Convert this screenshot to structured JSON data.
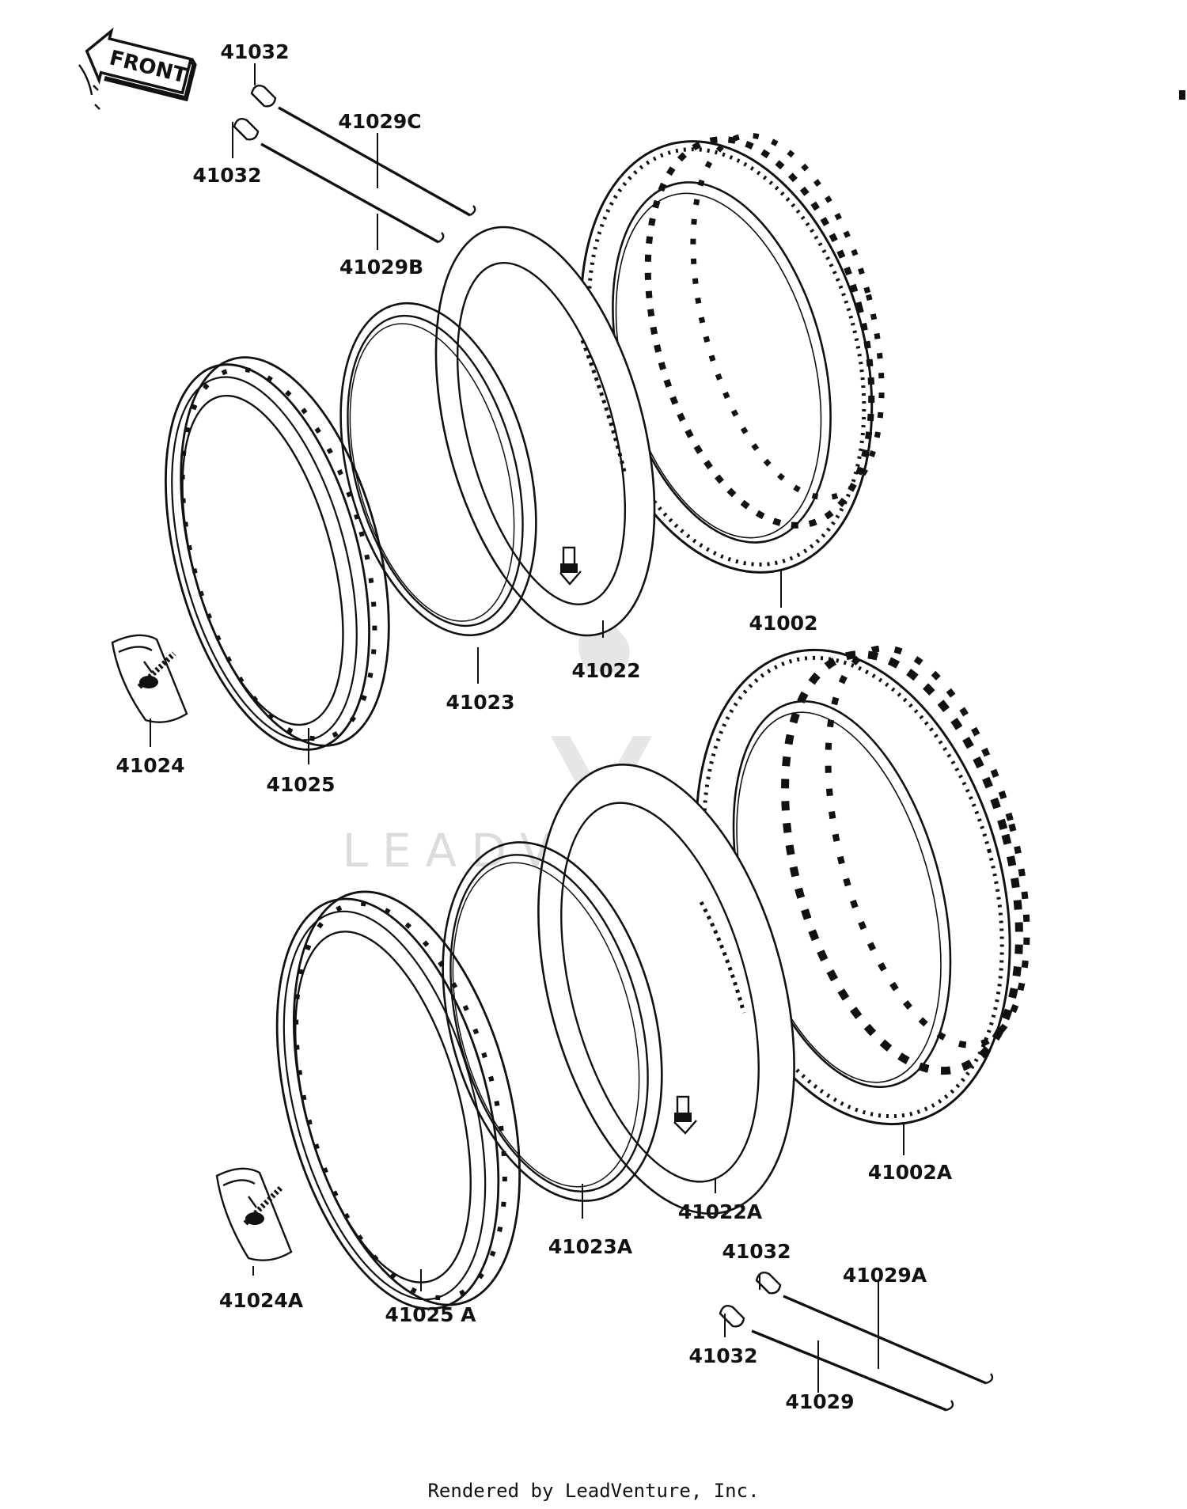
{
  "front_label": "FRONT",
  "watermark": "LEADVENTURE",
  "footer": "Rendered by LeadVenture, Inc.",
  "colors": {
    "ink": "#111111",
    "watermark": "#dcdcdc",
    "background": "#ffffff"
  },
  "parts": {
    "p41032_a": "41032",
    "p41032_b": "41032",
    "p41029C": "41029C",
    "p41029B": "41029B",
    "p41002": "41002",
    "p41022": "41022",
    "p41023": "41023",
    "p41024": "41024",
    "p41025": "41025",
    "p41002A": "41002A",
    "p41022A": "41022A",
    "p41023A": "41023A",
    "p41024A": "41024A",
    "p41025A": "41025 A",
    "p41032_c": "41032",
    "p41032_d": "41032",
    "p41029A": "41029A",
    "p41029": "41029"
  }
}
